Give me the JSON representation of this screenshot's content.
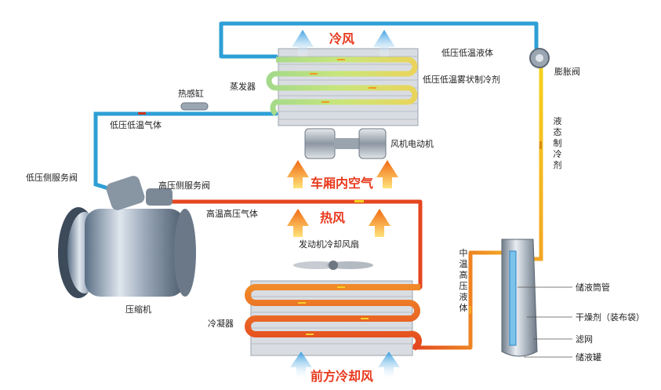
{
  "labels": {
    "cold_air": "冷风",
    "evaporator": "蒸发器",
    "low_pressure_low_temp_liquid": "低压低温液体",
    "low_pressure_low_temp_mist": "低压低温雾状制冷剂",
    "expansion_valve": "膨胀阀",
    "thermal_bulb": "热感缸",
    "low_pressure_low_temp_gas": "低压低温气体",
    "blower_motor": "风机电动机",
    "liquid_refrigerant": "液态制冷剂",
    "low_side_service_valve": "低压侧服务阀",
    "high_side_service_valve": "高压侧服务阀",
    "cabin_air": "车厢内空气",
    "high_temp_high_pressure_gas": "高温高压气体",
    "hot_air": "热风",
    "engine_cooling_fan": "发动机冷却风扇",
    "medium_temp_high_pressure_liquid": "中温高压液体",
    "compressor": "压缩机",
    "condenser": "冷凝器",
    "receiver_tube": "储液筒管",
    "desiccant": "干燥剂（装布袋）",
    "filter_screen": "滤网",
    "receiver_drier": "储液罐",
    "front_cooling_air": "前方冷却风"
  },
  "colors": {
    "cold_pipe": "#2e9fd6",
    "hot_pipe": "#e4461f",
    "warm_pipe": "#f2a623",
    "liquid_pipe": "#f5c61d",
    "hot_text": "#e8391d",
    "arrow_blue": "#4aa8e0",
    "arrow_orange": "#f07a1a"
  },
  "icons": [
    "compressor-icon",
    "receiver-drier-icon",
    "fan-icon",
    "blower-motor-icon",
    "expansion-valve-icon",
    "thermal-bulb-icon"
  ]
}
